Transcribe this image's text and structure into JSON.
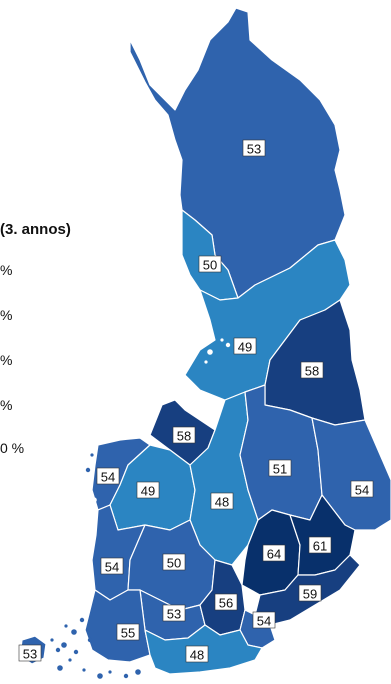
{
  "legend": {
    "title": "(3. annos)",
    "items": [
      "%",
      "%",
      "%",
      "%",
      "0 %"
    ]
  },
  "colors": {
    "dark": "#08306b",
    "navy": "#173f80",
    "mid": "#2f63ad",
    "light": "#2b85c2",
    "border": "#ffffff"
  },
  "regions": [
    {
      "id": "lappi",
      "value": "53",
      "shade": "mid"
    },
    {
      "id": "lansi-pohja",
      "value": "50",
      "shade": "light"
    },
    {
      "id": "pohjois-pohjanmaa",
      "value": "49",
      "shade": "light"
    },
    {
      "id": "kainuu",
      "value": "58",
      "shade": "navy"
    },
    {
      "id": "keski-pohjanmaa",
      "value": "58",
      "shade": "navy"
    },
    {
      "id": "pohjanmaa",
      "value": "54",
      "shade": "mid"
    },
    {
      "id": "etela-pohjanmaa",
      "value": "49",
      "shade": "light"
    },
    {
      "id": "keski-suomi",
      "value": "48",
      "shade": "light"
    },
    {
      "id": "pohjois-savo",
      "value": "51",
      "shade": "mid"
    },
    {
      "id": "pohjois-karjala",
      "value": "54",
      "shade": "mid"
    },
    {
      "id": "satakunta",
      "value": "54",
      "shade": "mid"
    },
    {
      "id": "pirkanmaa",
      "value": "50",
      "shade": "mid"
    },
    {
      "id": "ita-savo",
      "value": "64",
      "shade": "dark"
    },
    {
      "id": "etela-karjala-n",
      "value": "61",
      "shade": "dark"
    },
    {
      "id": "kanta-hame",
      "value": "53",
      "shade": "mid"
    },
    {
      "id": "paijat-hame",
      "value": "56",
      "shade": "navy"
    },
    {
      "id": "kymenlaakso",
      "value": "59",
      "shade": "navy"
    },
    {
      "id": "varsinais-suomi",
      "value": "55",
      "shade": "mid"
    },
    {
      "id": "vantaa-kerava",
      "value": "54",
      "shade": "mid"
    },
    {
      "id": "helsinki-uusimaa",
      "value": "48",
      "shade": "light"
    },
    {
      "id": "ahvenanmaa",
      "value": "53",
      "shade": "mid"
    }
  ]
}
